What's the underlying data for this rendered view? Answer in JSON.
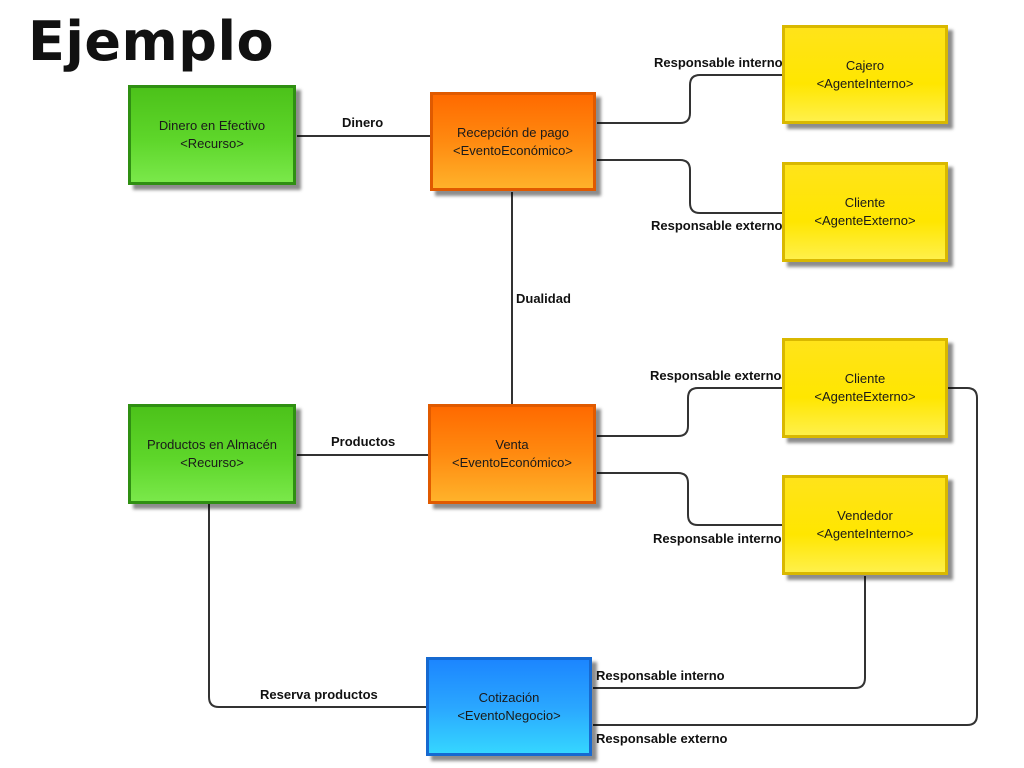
{
  "title": "Ejemplo",
  "colors": {
    "resource": "#4cc21a",
    "economic_event": "#ff7a00",
    "agent": "#ffe600",
    "business_event": "#1c96ff",
    "line": "#333333"
  },
  "boxes": {
    "dinero": {
      "name": "Dinero en Efectivo",
      "type": "<Recurso>"
    },
    "recepcion": {
      "name": "Recepción de pago",
      "type": "<EventoEconómico>"
    },
    "cajero": {
      "name": "Cajero",
      "type": "<AgenteInterno>"
    },
    "cliente1": {
      "name": "Cliente",
      "type": "<AgenteExterno>"
    },
    "productos": {
      "name": "Productos en Almacén",
      "type": "<Recurso>"
    },
    "venta": {
      "name": "Venta",
      "type": "<EventoEconómico>"
    },
    "cliente2": {
      "name": "Cliente",
      "type": "<AgenteExterno>"
    },
    "vendedor": {
      "name": "Vendedor",
      "type": "<AgenteInterno>"
    },
    "cotizacion": {
      "name": "Cotización",
      "type": "<EventoNegocio>"
    }
  },
  "labels": {
    "dinero": "Dinero",
    "resp_interno_1": "Responsable interno",
    "resp_externo_1": "Responsable externo",
    "dualidad": "Dualidad",
    "productos": "Productos",
    "resp_externo_2": "Responsable externo",
    "resp_interno_2": "Responsable interno",
    "reserva": "Reserva productos",
    "resp_interno_3": "Responsable interno",
    "resp_externo_3": "Responsable externo"
  }
}
